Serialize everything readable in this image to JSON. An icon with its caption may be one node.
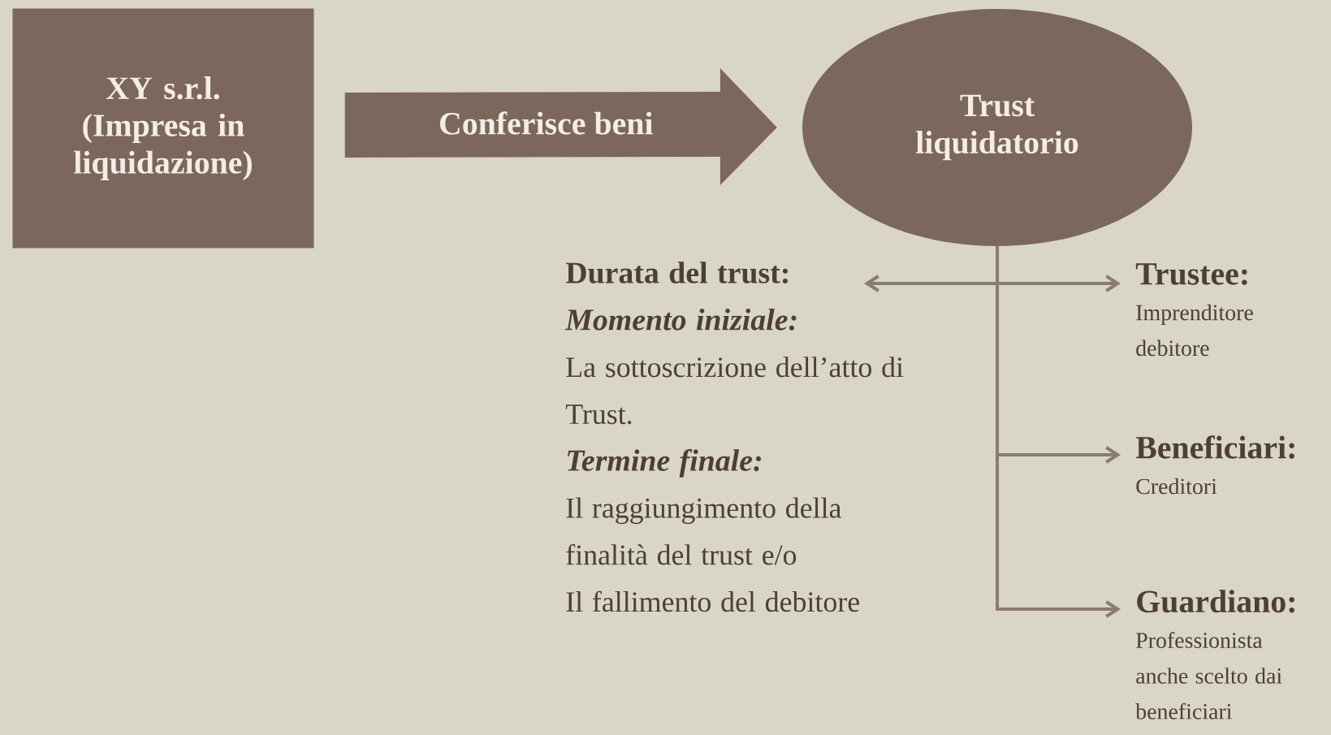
{
  "diagram": {
    "nodes": [
      {
        "text": [
          "XY s.r.l. (Impresa in liquidazione)"
        ]
      },
      {
        "text": [
          "Trust liquidatorio"
        ]
      },
      {
        "text": [
          "Durata del trust:",
          "Momento iniziale:",
          "La sottoscrizione dell’atto di Trust.",
          "Termine finale:",
          "Il raggiungimento della finalità del trust e/o",
          "Il fallimento del debitore"
        ]
      },
      {
        "text": [
          "Trustee:",
          "Imprenditore debitore"
        ]
      },
      {
        "text": [
          "Beneficiari:",
          "Creditori"
        ]
      },
      {
        "text": [
          "Guardiano:",
          "Professionista anche scelto dai beneficiari"
        ]
      }
    ],
    "edges": [
      {
        "from": 0,
        "to": 1,
        "arrow": "to",
        "label": "Conferisce beni",
        "style": "thick"
      },
      {
        "from": 1,
        "to": 2,
        "arrow": "to"
      },
      {
        "from": 1,
        "to": 3,
        "arrow": "to"
      },
      {
        "from": 1,
        "to": 4,
        "arrow": "to"
      },
      {
        "from": 1,
        "to": 5,
        "arrow": "to"
      }
    ]
  }
}
